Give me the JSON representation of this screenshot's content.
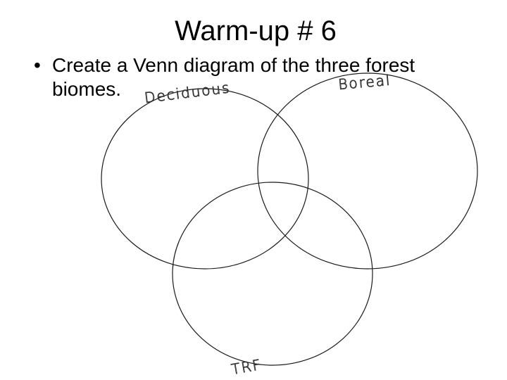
{
  "slide": {
    "title": "Warm-up # 6",
    "bullet_symbol": "•",
    "bullet_text": "Create a Venn diagram of the three forest biomes."
  },
  "venn": {
    "sets": [
      {
        "name": "deciduous",
        "label": "Deciduous"
      },
      {
        "name": "boreal",
        "label": "Boreal"
      },
      {
        "name": "trf",
        "label": "TRF"
      }
    ],
    "stroke_color": "#1a1a1a",
    "label_color": "#333333"
  }
}
